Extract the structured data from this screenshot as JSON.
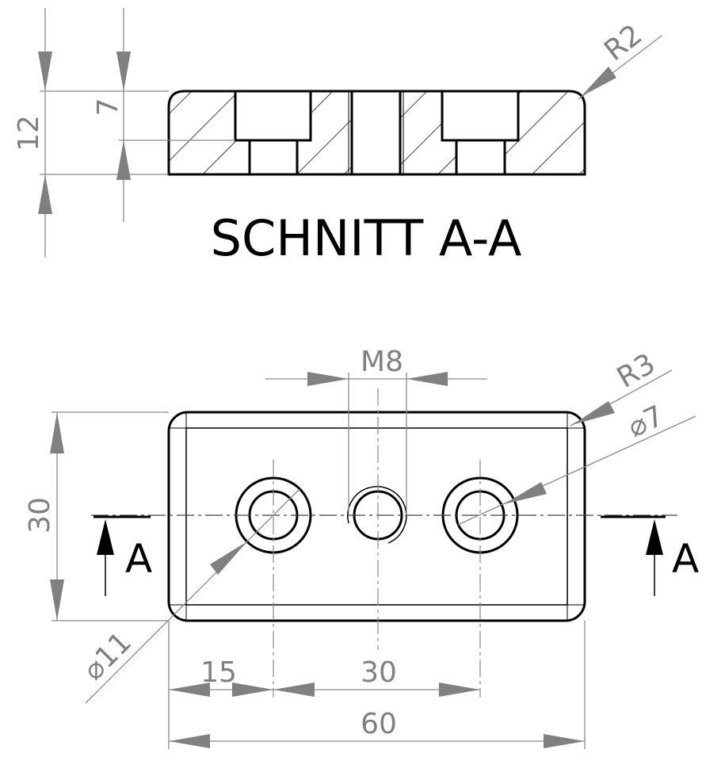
{
  "section": {
    "title": "SCHNITT A-A",
    "dim_height": "12",
    "dim_counterbore": "7",
    "radius": "R2"
  },
  "plan": {
    "thread": "M8",
    "radius": "R3",
    "hole_dia": "⌀7",
    "counterbore_dia": "⌀11",
    "dim_width": "30",
    "dim_offset": "15",
    "dim_spacing": "30",
    "dim_length": "60",
    "cut_left": "A",
    "cut_right": "A"
  },
  "colors": {
    "dimension": "#808080",
    "outline": "#000000"
  }
}
